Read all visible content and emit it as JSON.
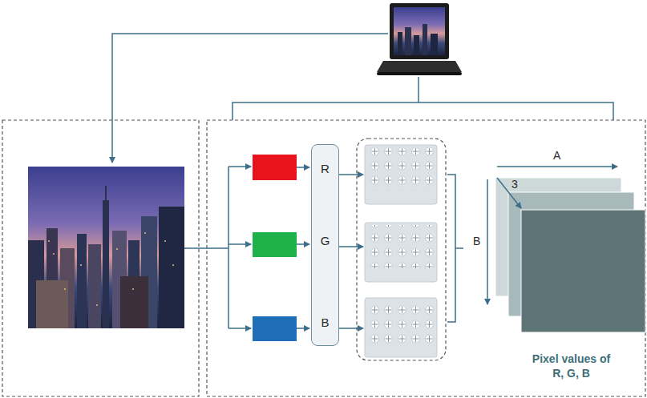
{
  "diagram": {
    "nodes": [
      {
        "text": [
          "R",
          "G",
          "B"
        ]
      }
    ],
    "labels": [
      "A",
      "3",
      "B",
      "Pixel values of R, G, B"
    ]
  }
}
